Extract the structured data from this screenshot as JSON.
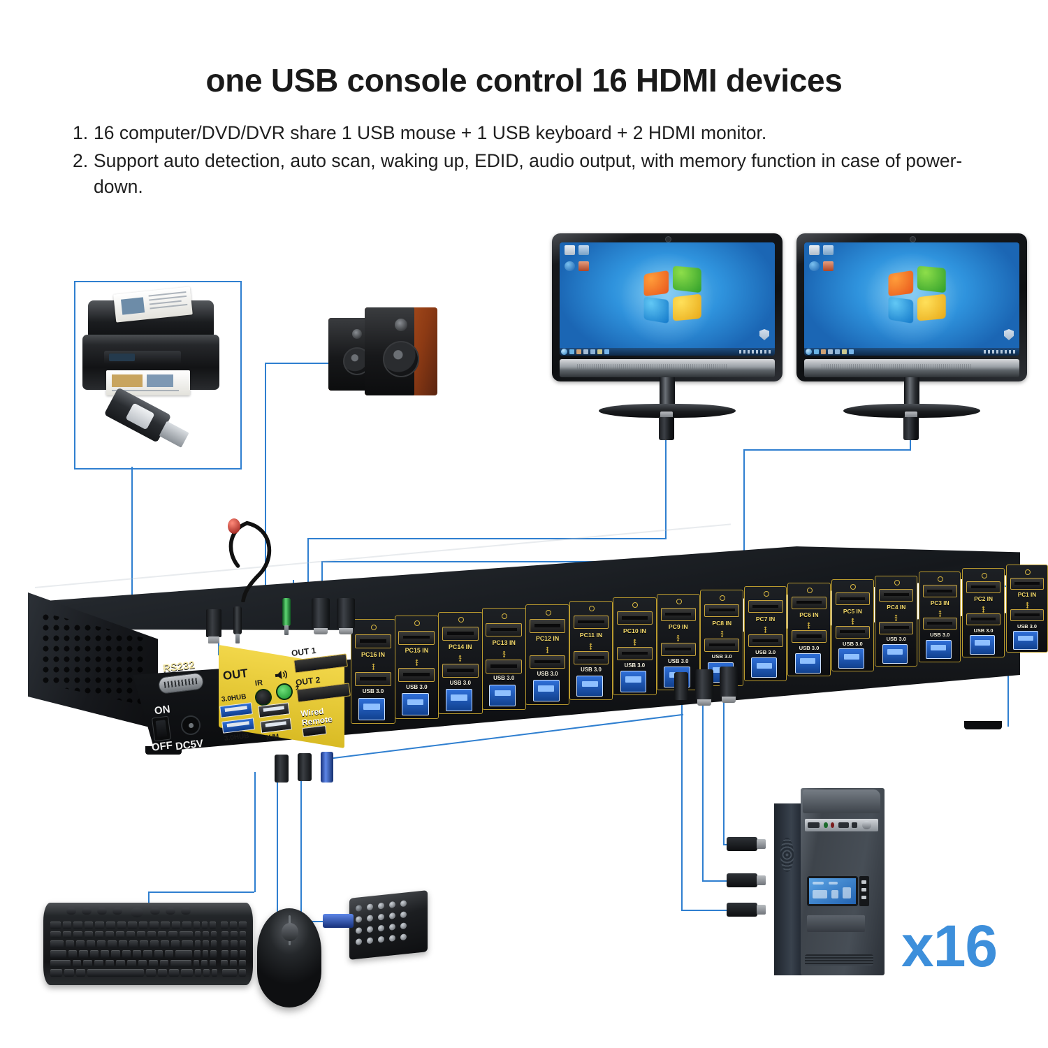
{
  "header": {
    "title": "one USB console control 16 HDMI devices",
    "bullets": [
      {
        "num": "1.",
        "text": "16 computer/DVD/DVR share 1 USB mouse + 1 USB keyboard + 2 HDMI monitor."
      },
      {
        "num": "2.",
        "text": "Support auto detection, auto scan, waking up, EDID, audio output, with memory function in case of power-down."
      }
    ]
  },
  "colors": {
    "accent_blue": "#2f7fd0",
    "multiplier_blue": "#3d8fdb",
    "panel_yellow": "#f2d74a",
    "label_gold": "#f2d86a",
    "usb_blue": "#2f6fd8",
    "body_black": "#14161a"
  },
  "device": {
    "name": "16-port HDMI KVM switch",
    "control_panel": {
      "rs232_label": "RS232",
      "power_on_label": "ON",
      "power_off_label": "OFF",
      "dc_label": "DC5V",
      "ir_label": "IR",
      "hub_label_top": "3.0HUB",
      "hub_label_bottom": "3.0HUB",
      "keyboard_mouse_label": "K/M",
      "out_group_label": "OUT",
      "out1_label": "OUT 1",
      "out2_label": "OUT 2",
      "wired_remote_label": "Wired Remote",
      "speaker_icon": "speaker-icon",
      "usb_icon": "usb-icon"
    },
    "ports": [
      {
        "hdmi_label": "PC16 IN",
        "usb_label": "USB 3.0"
      },
      {
        "hdmi_label": "PC15 IN",
        "usb_label": "USB 3.0"
      },
      {
        "hdmi_label": "PC14 IN",
        "usb_label": "USB 3.0"
      },
      {
        "hdmi_label": "PC13 IN",
        "usb_label": "USB 3.0"
      },
      {
        "hdmi_label": "PC12 IN",
        "usb_label": "USB 3.0"
      },
      {
        "hdmi_label": "PC11 IN",
        "usb_label": "USB 3.0"
      },
      {
        "hdmi_label": "PC10 IN",
        "usb_label": "USB 3.0"
      },
      {
        "hdmi_label": "PC9 IN",
        "usb_label": "USB 3.0"
      },
      {
        "hdmi_label": "PC8 IN",
        "usb_label": "USB 3.0"
      },
      {
        "hdmi_label": "PC7 IN",
        "usb_label": "USB 3.0"
      },
      {
        "hdmi_label": "PC6 IN",
        "usb_label": "USB 3.0"
      },
      {
        "hdmi_label": "PC5 IN",
        "usb_label": "USB 3.0"
      },
      {
        "hdmi_label": "PC4 IN",
        "usb_label": "USB 3.0"
      },
      {
        "hdmi_label": "PC3 IN",
        "usb_label": "USB 3.0"
      },
      {
        "hdmi_label": "PC2 IN",
        "usb_label": "USB 3.0"
      },
      {
        "hdmi_label": "PC1 IN",
        "usb_label": "USB 3.0"
      }
    ]
  },
  "peripherals": {
    "printer": "printer",
    "usb_flash_drive": "usb-flash-drive",
    "speakers": "desktop-speakers",
    "keyboard": "usb-keyboard",
    "mouse": "usb-mouse",
    "wired_remote": "wired-remote-keypad",
    "monitor_left": "hdmi-monitor-1",
    "monitor_right": "hdmi-monitor-2",
    "computer_tower": "desktop-computer",
    "multiplier": "x16"
  }
}
